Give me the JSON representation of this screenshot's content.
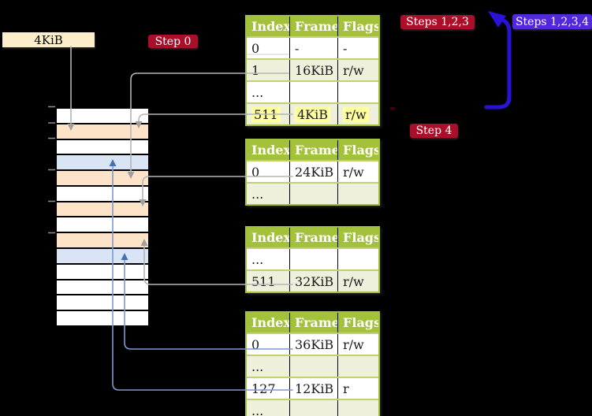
{
  "labels": {
    "page_size_box": "4KiB",
    "step0": "Step 0",
    "steps123": "Steps 1,2,3",
    "steps1234": "Steps 1,2,3,4",
    "step4": "Step 4"
  },
  "colors": {
    "background": "#000000",
    "step_label_red": "#ab0e28",
    "step_label_purple": "#5228dd",
    "big_loop_arrow_blue": "#2a12d8",
    "table_header_green": "#a4c13c",
    "table_row_green": "#eef0dc",
    "highlight_yellow": "#feff9e",
    "memory_pagetable_peach": "#fde3c8",
    "memory_mapped_page_blue": "#d9e5f4",
    "page_size_box_cream": "#fceecb",
    "gray_connector": "#b5b5b5",
    "blue_connector": "#7d9ad3"
  },
  "memory": {
    "rows": [
      {
        "kind": "free"
      },
      {
        "kind": "pagetable"
      },
      {
        "kind": "free"
      },
      {
        "kind": "page"
      },
      {
        "kind": "pagetable"
      },
      {
        "kind": "free"
      },
      {
        "kind": "pagetable"
      },
      {
        "kind": "free"
      },
      {
        "kind": "pagetable"
      },
      {
        "kind": "page"
      },
      {
        "kind": "free"
      },
      {
        "kind": "free"
      },
      {
        "kind": "free"
      },
      {
        "kind": "free"
      }
    ]
  },
  "tables": [
    {
      "columns": [
        "Index",
        "Frame",
        "Flags"
      ],
      "rows": [
        {
          "cells": [
            "0",
            "-",
            "-"
          ],
          "highlighted": false
        },
        {
          "cells": [
            "1",
            "16KiB",
            "r/w"
          ],
          "highlighted": false
        },
        {
          "cells": [
            "...",
            "",
            ""
          ],
          "highlighted": false
        },
        {
          "cells": [
            "511",
            "4KiB",
            "r/w"
          ],
          "highlighted": true
        }
      ]
    },
    {
      "columns": [
        "Index",
        "Frame",
        "Flags"
      ],
      "rows": [
        {
          "cells": [
            "0",
            "24KiB",
            "r/w"
          ],
          "highlighted": false
        },
        {
          "cells": [
            "...",
            "",
            ""
          ],
          "highlighted": false
        }
      ]
    },
    {
      "columns": [
        "Index",
        "Frame",
        "Flags"
      ],
      "rows": [
        {
          "cells": [
            "...",
            "",
            ""
          ],
          "highlighted": false
        },
        {
          "cells": [
            "511",
            "32KiB",
            "r/w"
          ],
          "highlighted": false
        }
      ]
    },
    {
      "columns": [
        "Index",
        "Frame",
        "Flags"
      ],
      "rows": [
        {
          "cells": [
            "0",
            "36KiB",
            "r/w"
          ],
          "highlighted": false
        },
        {
          "cells": [
            "...",
            "",
            ""
          ],
          "highlighted": false
        },
        {
          "cells": [
            "127",
            "12KiB",
            "r"
          ],
          "highlighted": false
        },
        {
          "cells": [
            "...",
            "",
            ""
          ],
          "highlighted": false
        }
      ]
    }
  ]
}
